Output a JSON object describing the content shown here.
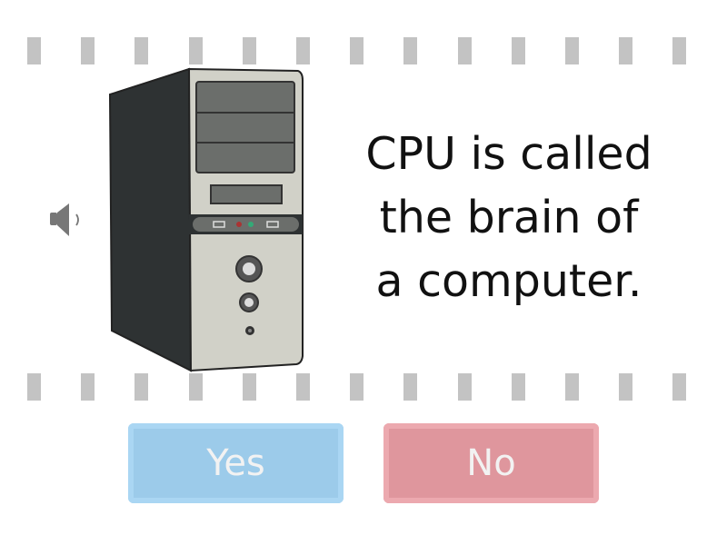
{
  "question": {
    "line1": "CPU is called",
    "line2": "the brain of",
    "line3": "a computer."
  },
  "answers": {
    "yes": "Yes",
    "no": "No"
  },
  "icons": {
    "audio": "speaker-icon",
    "image": "computer-tower-image"
  },
  "colors": {
    "yes": "#9ccbea",
    "no": "#df969d",
    "strip": "#c3c3c3"
  }
}
